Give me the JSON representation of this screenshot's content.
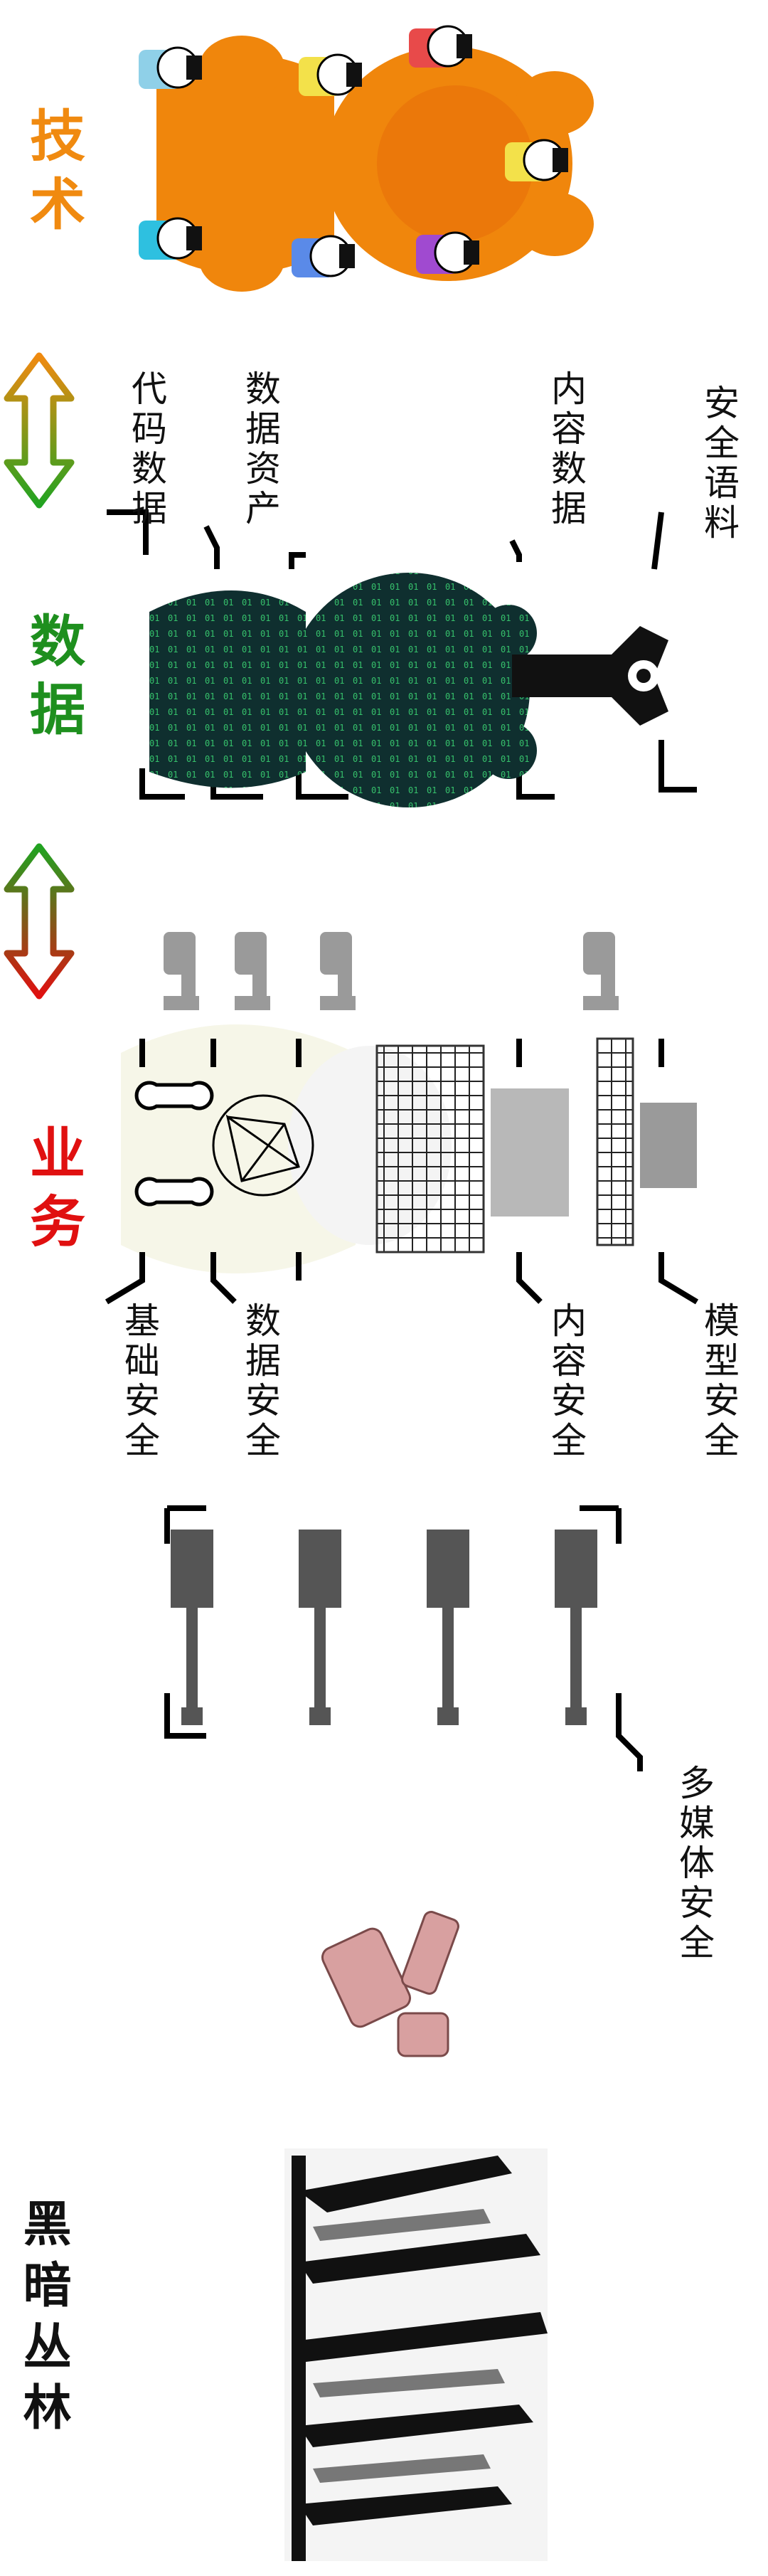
{
  "titles": {
    "tech": "技术",
    "data": "数据",
    "business": "业务",
    "dark_forest": "黑暗丛林"
  },
  "labels": {
    "security_corpus": "安全语料",
    "content_data": "内容数据",
    "data_assets": "数据资产",
    "code_data": "代码数据",
    "model_security": "模型安全",
    "content_security": "内容安全",
    "data_security": "数据安全",
    "base_security": "基础安全",
    "multimedia_security": "多媒体安全"
  },
  "colors": {
    "tech": "#f08a10",
    "data": "#1e8f1e",
    "business": "#e01010",
    "arrow_top": "#f08a10",
    "arrow_green": "#21a321",
    "arrow_red": "#e01010",
    "matrix_bg": "#0f2f2f",
    "matrix_digits": "#36c16b"
  },
  "icons": [
    "double-arrow-icon",
    "robot-icon",
    "minigun-icon",
    "forest-icon",
    "bone-icon"
  ]
}
